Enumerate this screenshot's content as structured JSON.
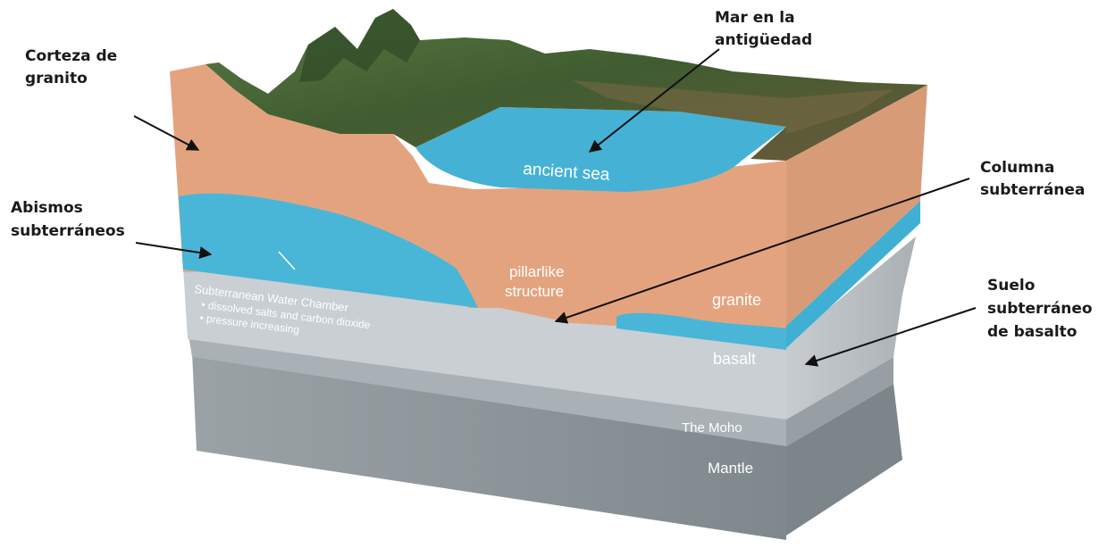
{
  "colors": {
    "granite": "#e4a37f",
    "granite_side": "#d99a78",
    "water": "#4db8d8",
    "basalt": "#c6cbce",
    "moho": "#adb4b8",
    "mantle": "#8e979c",
    "vegetation": "#4a6b3a"
  },
  "callouts": {
    "granite_crust": [
      "Corteza de",
      "granito"
    ],
    "ancient_sea": [
      "Mar en la",
      "antigüedad"
    ],
    "underground_chasms": [
      "Abismos",
      "subterráneos"
    ],
    "underground_column": [
      "Columna",
      "subterránea"
    ],
    "basalt_floor": [
      "Suelo",
      "subterráneo",
      "de basalto"
    ]
  },
  "diagram_labels": {
    "ancient_sea": "ancient sea",
    "pillar": [
      "pillarlike",
      "structure"
    ],
    "granite": "granite",
    "basalt": "basalt",
    "moho": "The Moho",
    "mantle": "Mantle",
    "water_chamber": {
      "title": "Subterranean Water Chamber",
      "bullets": [
        "• dissolved salts and carbon dioxide",
        "• pressure increasing"
      ]
    }
  }
}
